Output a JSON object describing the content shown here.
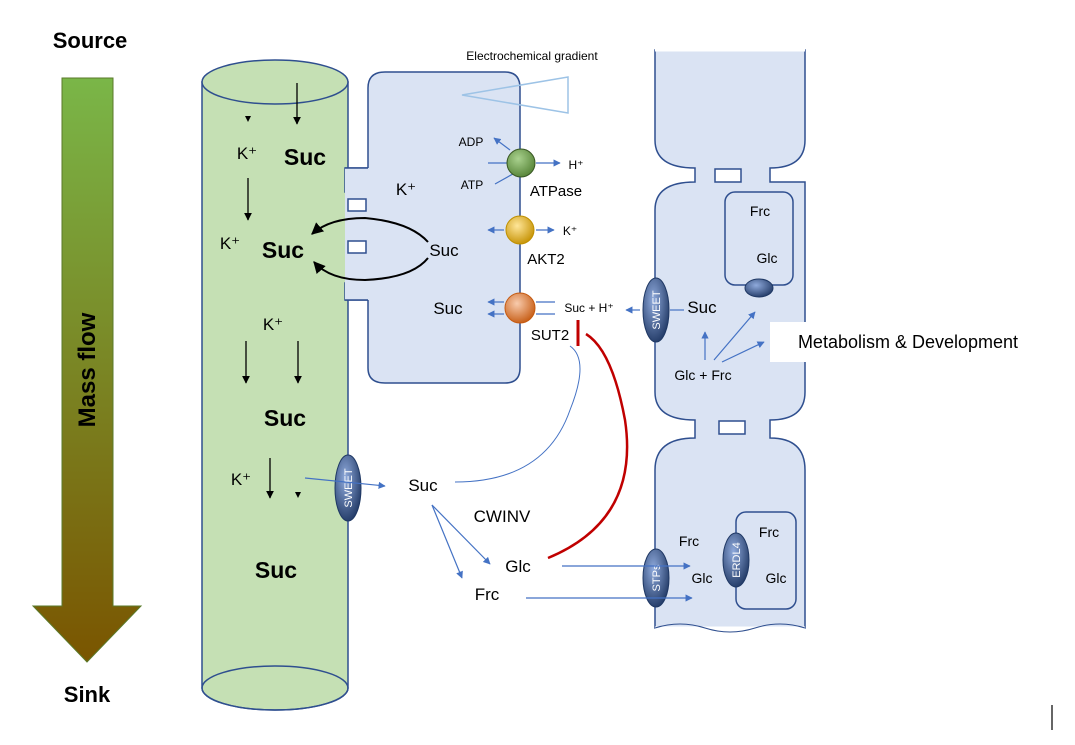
{
  "gradient": {
    "label_top": "Source",
    "label_bottom": "Sink",
    "arrow_label": "Mass flow",
    "color_top": "#7ab648",
    "color_bottom": "#7a5500"
  },
  "sieve_tube": {
    "fill": "#c5e0b4",
    "k_labels": [
      "K⁺",
      "K⁺",
      "K⁺",
      "K⁺"
    ],
    "suc_labels": [
      "Suc",
      "Suc",
      "Suc",
      "Suc"
    ]
  },
  "companion_cell": {
    "fill": "#dae3f3",
    "gradient_label": "Electrochemical gradient",
    "k_label": "K⁺",
    "suc_cycle_label": "Suc",
    "suc_label": "Suc",
    "atpase": {
      "name": "ATPase",
      "adp": "ADP",
      "atp": "ATP",
      "h": "H⁺",
      "color": "#70ad47"
    },
    "akt2": {
      "name": "AKT2",
      "k": "K⁺",
      "color": "#ffc000"
    },
    "sut2": {
      "name": "SUT2",
      "substrate": "Suc + H⁺",
      "color": "#ed7d31"
    }
  },
  "sink_cells": {
    "fill": "#dae3f3",
    "upper": {
      "sweet_label": "SWEET",
      "suc": "Suc",
      "vacuole_frc": "Frc",
      "vacuole_glc": "Glc",
      "hexoses": "Glc + Frc",
      "metabolism": "Metabolism & Development"
    },
    "lower": {
      "stps_label": "STPs",
      "erdl4_label": "ERDL4",
      "frc_out": "Frc",
      "glc_out": "Glc",
      "vacuole_frc": "Frc",
      "vacuole_glc": "Glc"
    }
  },
  "apoplast": {
    "sweet_label": "SWEET",
    "suc": "Suc",
    "enzyme": "CWINV",
    "glc": "Glc",
    "frc": "Frc"
  },
  "colors": {
    "arrow": "#4472c4",
    "inhibition": "#c00000",
    "transporter": "#2f5597",
    "outline": "#2f4f8f"
  }
}
